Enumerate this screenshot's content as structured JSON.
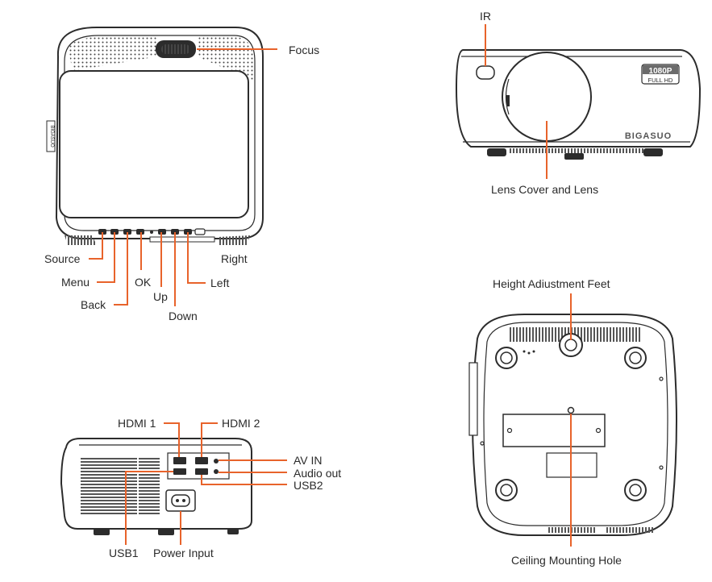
{
  "colors": {
    "leader": "#e8632b",
    "outline": "#2c2c2c",
    "text": "#2a2a2a"
  },
  "top_view": {
    "labels": {
      "focus": "Focus",
      "source": "Source",
      "menu": "Menu",
      "back": "Back",
      "ok": "OK",
      "up": "Up",
      "down": "Down",
      "left": "Left",
      "right": "Right"
    },
    "side_text": "BIGASUO"
  },
  "front_view": {
    "labels": {
      "ir": "IR",
      "lens": "Lens Cover and Lens"
    },
    "badge_main": "1080P",
    "badge_sub": "FULL HD",
    "brand": "BIGASUO"
  },
  "rear_view": {
    "labels": {
      "hdmi1": "HDMI 1",
      "hdmi2": "HDMI 2",
      "av_in": "AV IN",
      "audio_out": "Audio out",
      "usb2": "USB2",
      "usb1": "USB1",
      "power": "Power Input"
    }
  },
  "bottom_view": {
    "labels": {
      "feet": "Height Adiustment Feet",
      "mount": "Ceiling Mounting Hole"
    }
  }
}
